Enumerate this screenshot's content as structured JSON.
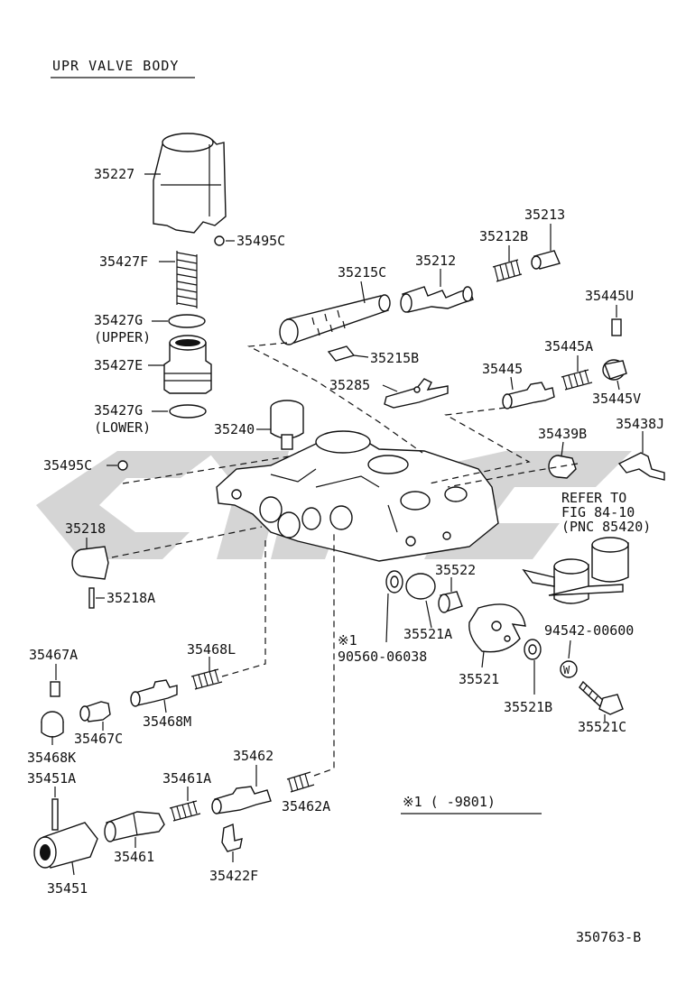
{
  "title": "UPR VALVE BODY",
  "figure_code": "350763-B",
  "note_refer": [
    "REFER TO",
    "FIG 84-10",
    "(PNC 85420)"
  ],
  "footnote": "※1 (      -9801)",
  "washer_symbol": "W",
  "labels": {
    "p35227": "35227",
    "p35495C_a": "35495C",
    "p35427F": "35427F",
    "p35427G_upper": "35427G",
    "upper": "(UPPER)",
    "p35427E": "35427E",
    "p35427G_lower": "35427G",
    "lower": "(LOWER)",
    "p35240": "35240",
    "p35495C_b": "35495C",
    "p35218": "35218",
    "p35218A": "35218A",
    "p35215C": "35215C",
    "p35212": "35212",
    "p35212B": "35212B",
    "p35213": "35213",
    "p35215B": "35215B",
    "p35285": "35285",
    "p35445U": "35445U",
    "p35445A": "35445A",
    "p35445": "35445",
    "p35445V": "35445V",
    "p35439B": "35439B",
    "p35438J": "35438J",
    "p35522": "35522",
    "p35521A": "35521A",
    "p35521": "35521",
    "p35521B": "35521B",
    "p35521C": "35521C",
    "p94542": "94542-00600",
    "p90560_mark": "※1",
    "p90560": "90560-06038",
    "p35467A": "35467A",
    "p35468L": "35468L",
    "p35468M": "35468M",
    "p35467C": "35467C",
    "p35468K": "35468K",
    "p35451A": "35451A",
    "p35461A": "35461A",
    "p35462": "35462",
    "p35462A": "35462A",
    "p35461": "35461",
    "p35451": "35451",
    "p35422F": "35422F"
  }
}
